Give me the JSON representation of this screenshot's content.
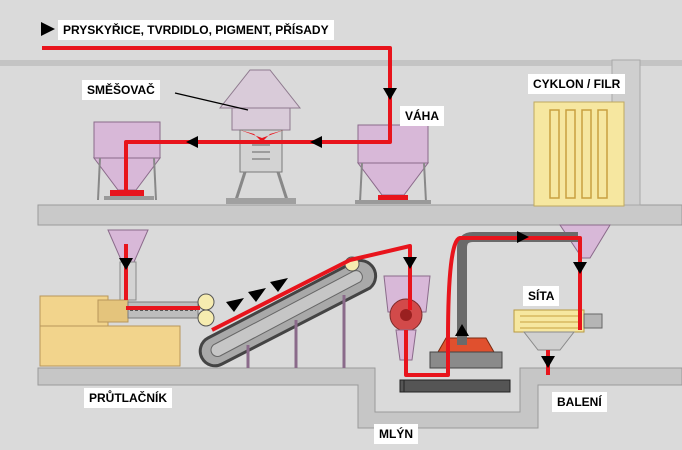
{
  "labels": {
    "inputs": "PRYSKYŘICE, TVRDIDLO, PIGMENT, PŘÍSADY",
    "mixer": "SMĚŠOVAČ",
    "scale": "VÁHA",
    "cyclone": "CYKLON / FILR",
    "sieves": "SÍTA",
    "extruder": "PRŮTLAČNÍK",
    "mill": "MLÝN",
    "packaging": "BALENÍ"
  },
  "colors": {
    "flow_line": "#e8141c",
    "hopper": "#d8b8d8",
    "floor": "#c8c8c8",
    "extruder": "#f2d48c",
    "cyclone": "#f6e7a0"
  },
  "icons": {
    "flow_arrow": "black-triangle-arrow"
  }
}
